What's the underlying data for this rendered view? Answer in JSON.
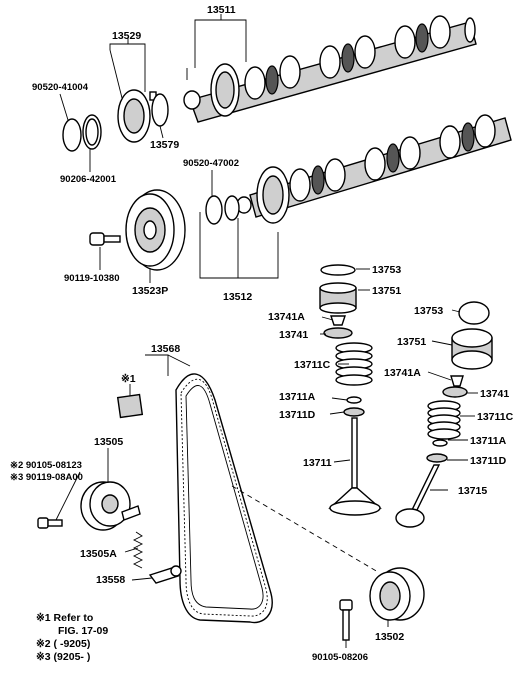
{
  "labels": {
    "p13511": "13511",
    "p13529": "13529",
    "p90520_41004": "90520-41004",
    "p13579": "13579",
    "p90206_42001": "90206-42001",
    "p90520_47002": "90520-47002",
    "p90119_10380": "90119-10380",
    "p13523P": "13523P",
    "p13512": "13512",
    "p13753a": "13753",
    "p13751a": "13751",
    "p13741Aa": "13741A",
    "p13741a": "13741",
    "p13711Ca": "13711C",
    "p13711Aa": "13711A",
    "p13711Da": "13711D",
    "p13711": "13711",
    "p13753b": "13753",
    "p13751b": "13751",
    "p13741Ab": "13741A",
    "p13741b": "13741",
    "p13711Cb": "13711C",
    "p13711Ab": "13711A",
    "p13711Db": "13711D",
    "p13715": "13715",
    "p13568": "13568",
    "mark1": "※1",
    "p13505": "13505",
    "p90105_08123": "※2 90105-08123",
    "p90119_08A00": "※3 90119-08A00",
    "p13505A": "13505A",
    "p13558": "13558",
    "p13502": "13502",
    "p90105_08206": "90105-08206"
  },
  "notes": {
    "line1": "※1 Refer to",
    "line2": "FIG. 17-09",
    "line3": "※2 (        -9205)",
    "line4": "※3 (9205-        )"
  }
}
